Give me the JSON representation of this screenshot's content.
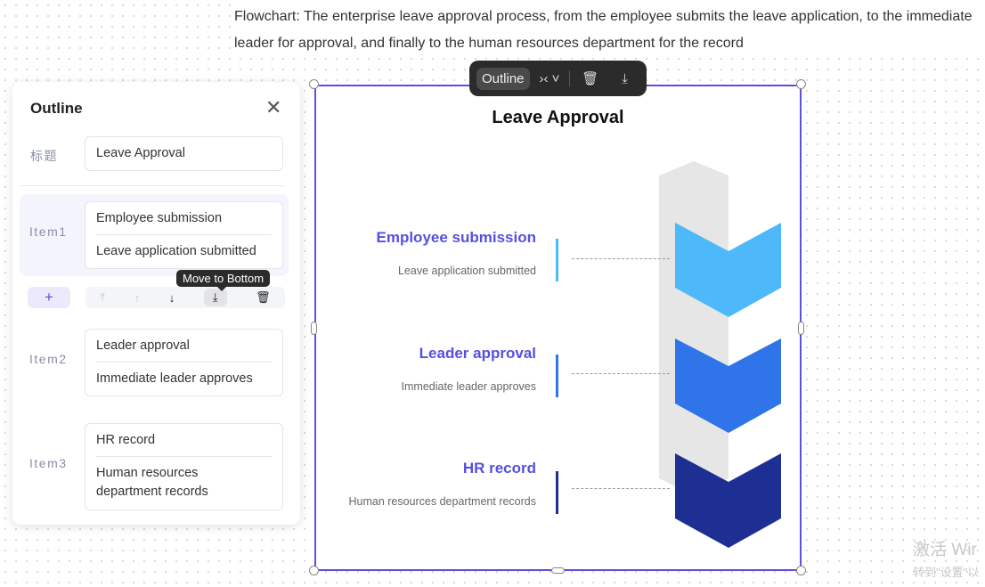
{
  "description": "Flowchart: The enterprise leave approval process, from the employee submits the leave application, to the immediate leader for approval, and finally to the human resources department for the record",
  "toolbar": {
    "outline_label": "Outline",
    "icons": [
      "split-icon",
      "delete-icon",
      "download-icon"
    ]
  },
  "panel": {
    "title": "Outline",
    "title_field_label": "标题",
    "title_value": "Leave Approval",
    "items": [
      {
        "label": "Item1",
        "title": "Employee submission",
        "desc": "Leave application submitted"
      },
      {
        "label": "Item2",
        "title": "Leader approval",
        "desc": "Immediate leader approves"
      },
      {
        "label": "Item3",
        "title": "HR record",
        "desc": "Human resources department records"
      }
    ],
    "tooltip": "Move to Bottom",
    "add_label": "+"
  },
  "chart": {
    "title": "Leave Approval",
    "colors": [
      "#4db8fa",
      "#2f74e8",
      "#1e2f94"
    ]
  },
  "watermark": {
    "line1": "激活 Wir",
    "line2": "转到\"设置\"以"
  }
}
